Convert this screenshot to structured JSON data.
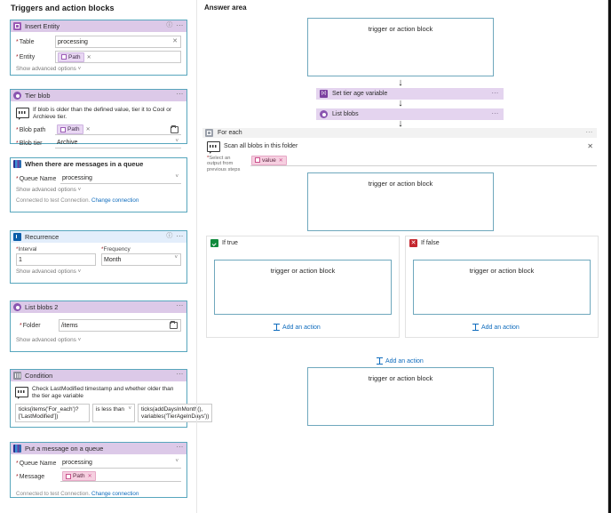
{
  "left": {
    "title": "Triggers and action blocks",
    "cards": [
      {
        "id": "insert-entity",
        "title": "Insert Entity",
        "icon": "table-entity-icon",
        "fields": [
          {
            "label": "Table",
            "required": true,
            "value": "processing",
            "control": "text-clear"
          },
          {
            "label": "Entity",
            "required": true,
            "token": "Path",
            "control": "token"
          }
        ],
        "advanced": "Show advanced options",
        "has_info": true,
        "has_more": true
      },
      {
        "id": "tier-blob",
        "title": "Tier blob",
        "icon": "blob-icon",
        "description": "If blob is older than the defined value, tier it to Cool or Archieve tier.",
        "fields": [
          {
            "label": "Blob path",
            "required": true,
            "token": "Path",
            "control": "token-folder"
          },
          {
            "label": "Blob tier",
            "required": true,
            "value": "Archive",
            "control": "dropdown"
          }
        ],
        "has_more": true
      },
      {
        "id": "when-messages-in-queue",
        "title": "When there are messages in a queue",
        "icon": "queue-icon",
        "fields": [
          {
            "label": "Queue Name",
            "required": true,
            "value": "processing",
            "control": "dropdown"
          }
        ],
        "advanced": "Show advanced options",
        "connection_text": "Connected to test Connection.",
        "connection_link": "Change connection"
      },
      {
        "id": "recurrence",
        "title": "Recurrence",
        "icon": "recurrence-icon",
        "fields": [
          {
            "label": "Interval",
            "required": true,
            "value": "1",
            "control": "box"
          },
          {
            "label": "Frequency",
            "required": true,
            "value": "Month",
            "control": "box-dropdown"
          }
        ],
        "advanced": "Show advanced options",
        "has_info": true,
        "has_more": true
      },
      {
        "id": "list-blobs-2",
        "title": "List blobs 2",
        "icon": "blob-icon",
        "fields": [
          {
            "label": "Folder",
            "required": true,
            "value": "/items",
            "control": "folder"
          }
        ],
        "advanced": "Show advanced options",
        "has_more": true
      },
      {
        "id": "condition",
        "title": "Condition",
        "icon": "condition-icon",
        "description": "Check LastModified timestamp and whether older than the tier age variable",
        "condition": {
          "left": "ticks(items('For_each')?['LastModified'])",
          "operator": "is less than",
          "right": "ticks(addDaysInMonth(), variables('TierAgeInDays'))"
        },
        "has_more": true
      },
      {
        "id": "put-message-on-queue",
        "title": "Put a message on a queue",
        "icon": "queue-icon",
        "fields": [
          {
            "label": "Queue Name",
            "required": true,
            "value": "processing",
            "control": "dropdown"
          },
          {
            "label": "Message",
            "required": true,
            "token": "Path",
            "control": "token"
          }
        ],
        "connection_text": "Connected to test Connection.",
        "connection_link": "Change connection",
        "has_more": true
      }
    ]
  },
  "right": {
    "title": "Answer area",
    "dropzone_label": "trigger or action block",
    "steps": [
      {
        "label": "Set tier age variable",
        "icon": "variable-icon"
      },
      {
        "label": "List blobs",
        "icon": "blob-icon"
      }
    ],
    "foreach": {
      "title": "For each",
      "description": "Scan all blobs in this folder",
      "select_label": "Select an output from previous steps",
      "token": "value"
    },
    "branches": [
      {
        "label": "If true",
        "icon": "check-icon",
        "add_action": "Add an action"
      },
      {
        "label": "If false",
        "icon": "x-icon",
        "add_action": "Add an action"
      }
    ],
    "bottom_add_action": "Add an action"
  },
  "colors": {
    "accent_border": "#6fa8bd",
    "step_bg": "#e4d4ef",
    "header_bg": "#dcc9e8",
    "link": "#0f6cbd",
    "true_green": "#0f8a3c",
    "false_red": "#c4262e"
  }
}
